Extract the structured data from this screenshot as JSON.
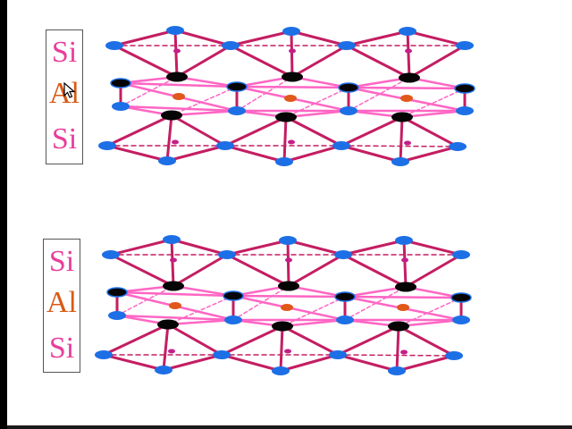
{
  "colors": {
    "silicon_label": "#e83e9b",
    "aluminum_label": "#d85a14",
    "oxygen_atom": "#1d6fe6",
    "hydroxyl_atom": "#050505",
    "aluminum_atom": "#e0581a",
    "silicon_atom": "#c41f88",
    "bond": "#c41d62",
    "inner_bond": "#ff66c4"
  },
  "layers": [
    {
      "labels": {
        "top": "Si",
        "middle": "Al",
        "bottom": "Si"
      }
    },
    {
      "labels": {
        "top": "Si",
        "middle": "Al",
        "bottom": "Si"
      }
    }
  ],
  "icons": {
    "cursor": "mouse-pointer-icon"
  }
}
